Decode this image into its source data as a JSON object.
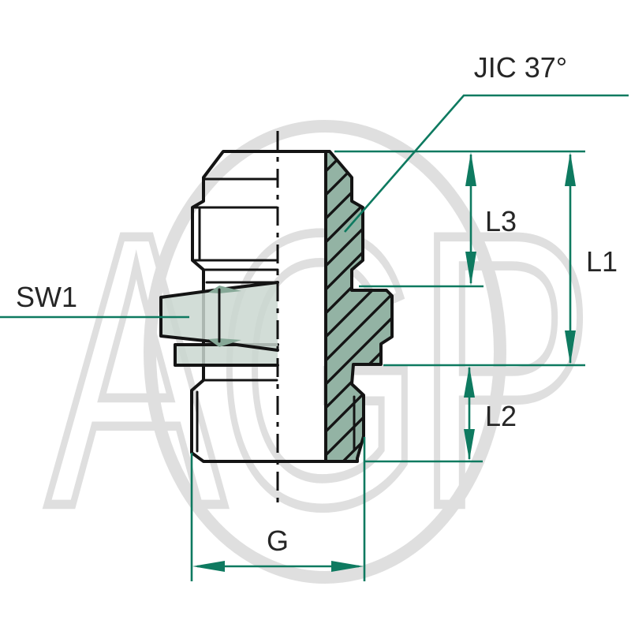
{
  "labels": {
    "connection": "JIC 37°",
    "sw1": "SW1",
    "l1": "L1",
    "l2": "L2",
    "l3": "L3",
    "g": "G"
  },
  "watermark": {
    "text": "AGP"
  },
  "colors": {
    "accent": "#0e7a60",
    "outline": "#141414",
    "body": "#c9d6cf",
    "section": "#93b3a4",
    "facet": "#86a897",
    "watermark": "#dcdcdc",
    "label": "#262626",
    "background": "#ffffff"
  }
}
